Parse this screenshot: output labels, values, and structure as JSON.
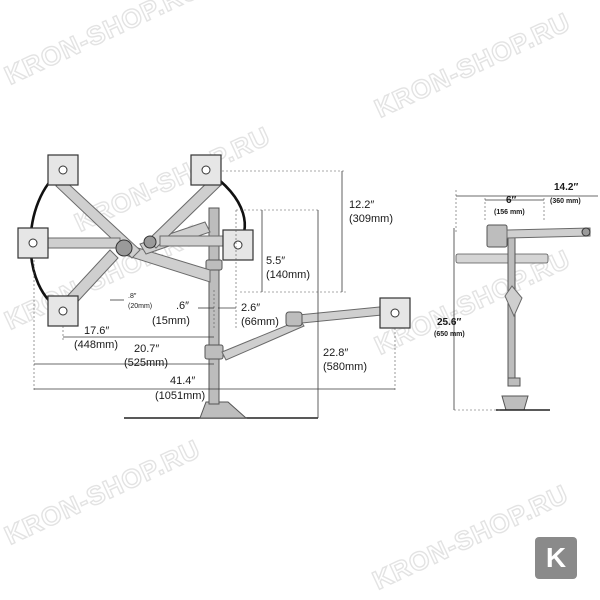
{
  "watermark": {
    "text": "KRON-SHOP.RU"
  },
  "logo": {
    "letter": "K",
    "color": "#8a8a8a"
  },
  "dimensions_front": {
    "arm_height": {
      "inches": "12.2″",
      "mm": "(309mm)"
    },
    "tilt_drop": {
      "inches": "5.5″",
      "mm": "(140mm)"
    },
    "offset_small": {
      "inches": ".8″",
      "mm": "(20mm)"
    },
    "pole_offset": {
      "inches": ".6″",
      "mm": "(15mm)"
    },
    "pole_gap": {
      "inches": "2.6″",
      "mm": "(66mm)"
    },
    "reach_a": {
      "inches": "17.6″",
      "mm": "(448mm)"
    },
    "reach_b": {
      "inches": "20.7″",
      "mm": "(525mm)"
    },
    "reach_total": {
      "inches": "41.4″",
      "mm": "(1051mm)"
    },
    "pole_height": {
      "inches": "22.8″",
      "mm": "(580mm)"
    }
  },
  "dimensions_side": {
    "depth_total": {
      "inches": "14.2″",
      "mm": "(360 mm)"
    },
    "depth_arm": {
      "inches": "6″",
      "mm": "(156 mm)"
    },
    "height_total": {
      "inches": "25.6″",
      "mm": "(650 mm)"
    }
  }
}
